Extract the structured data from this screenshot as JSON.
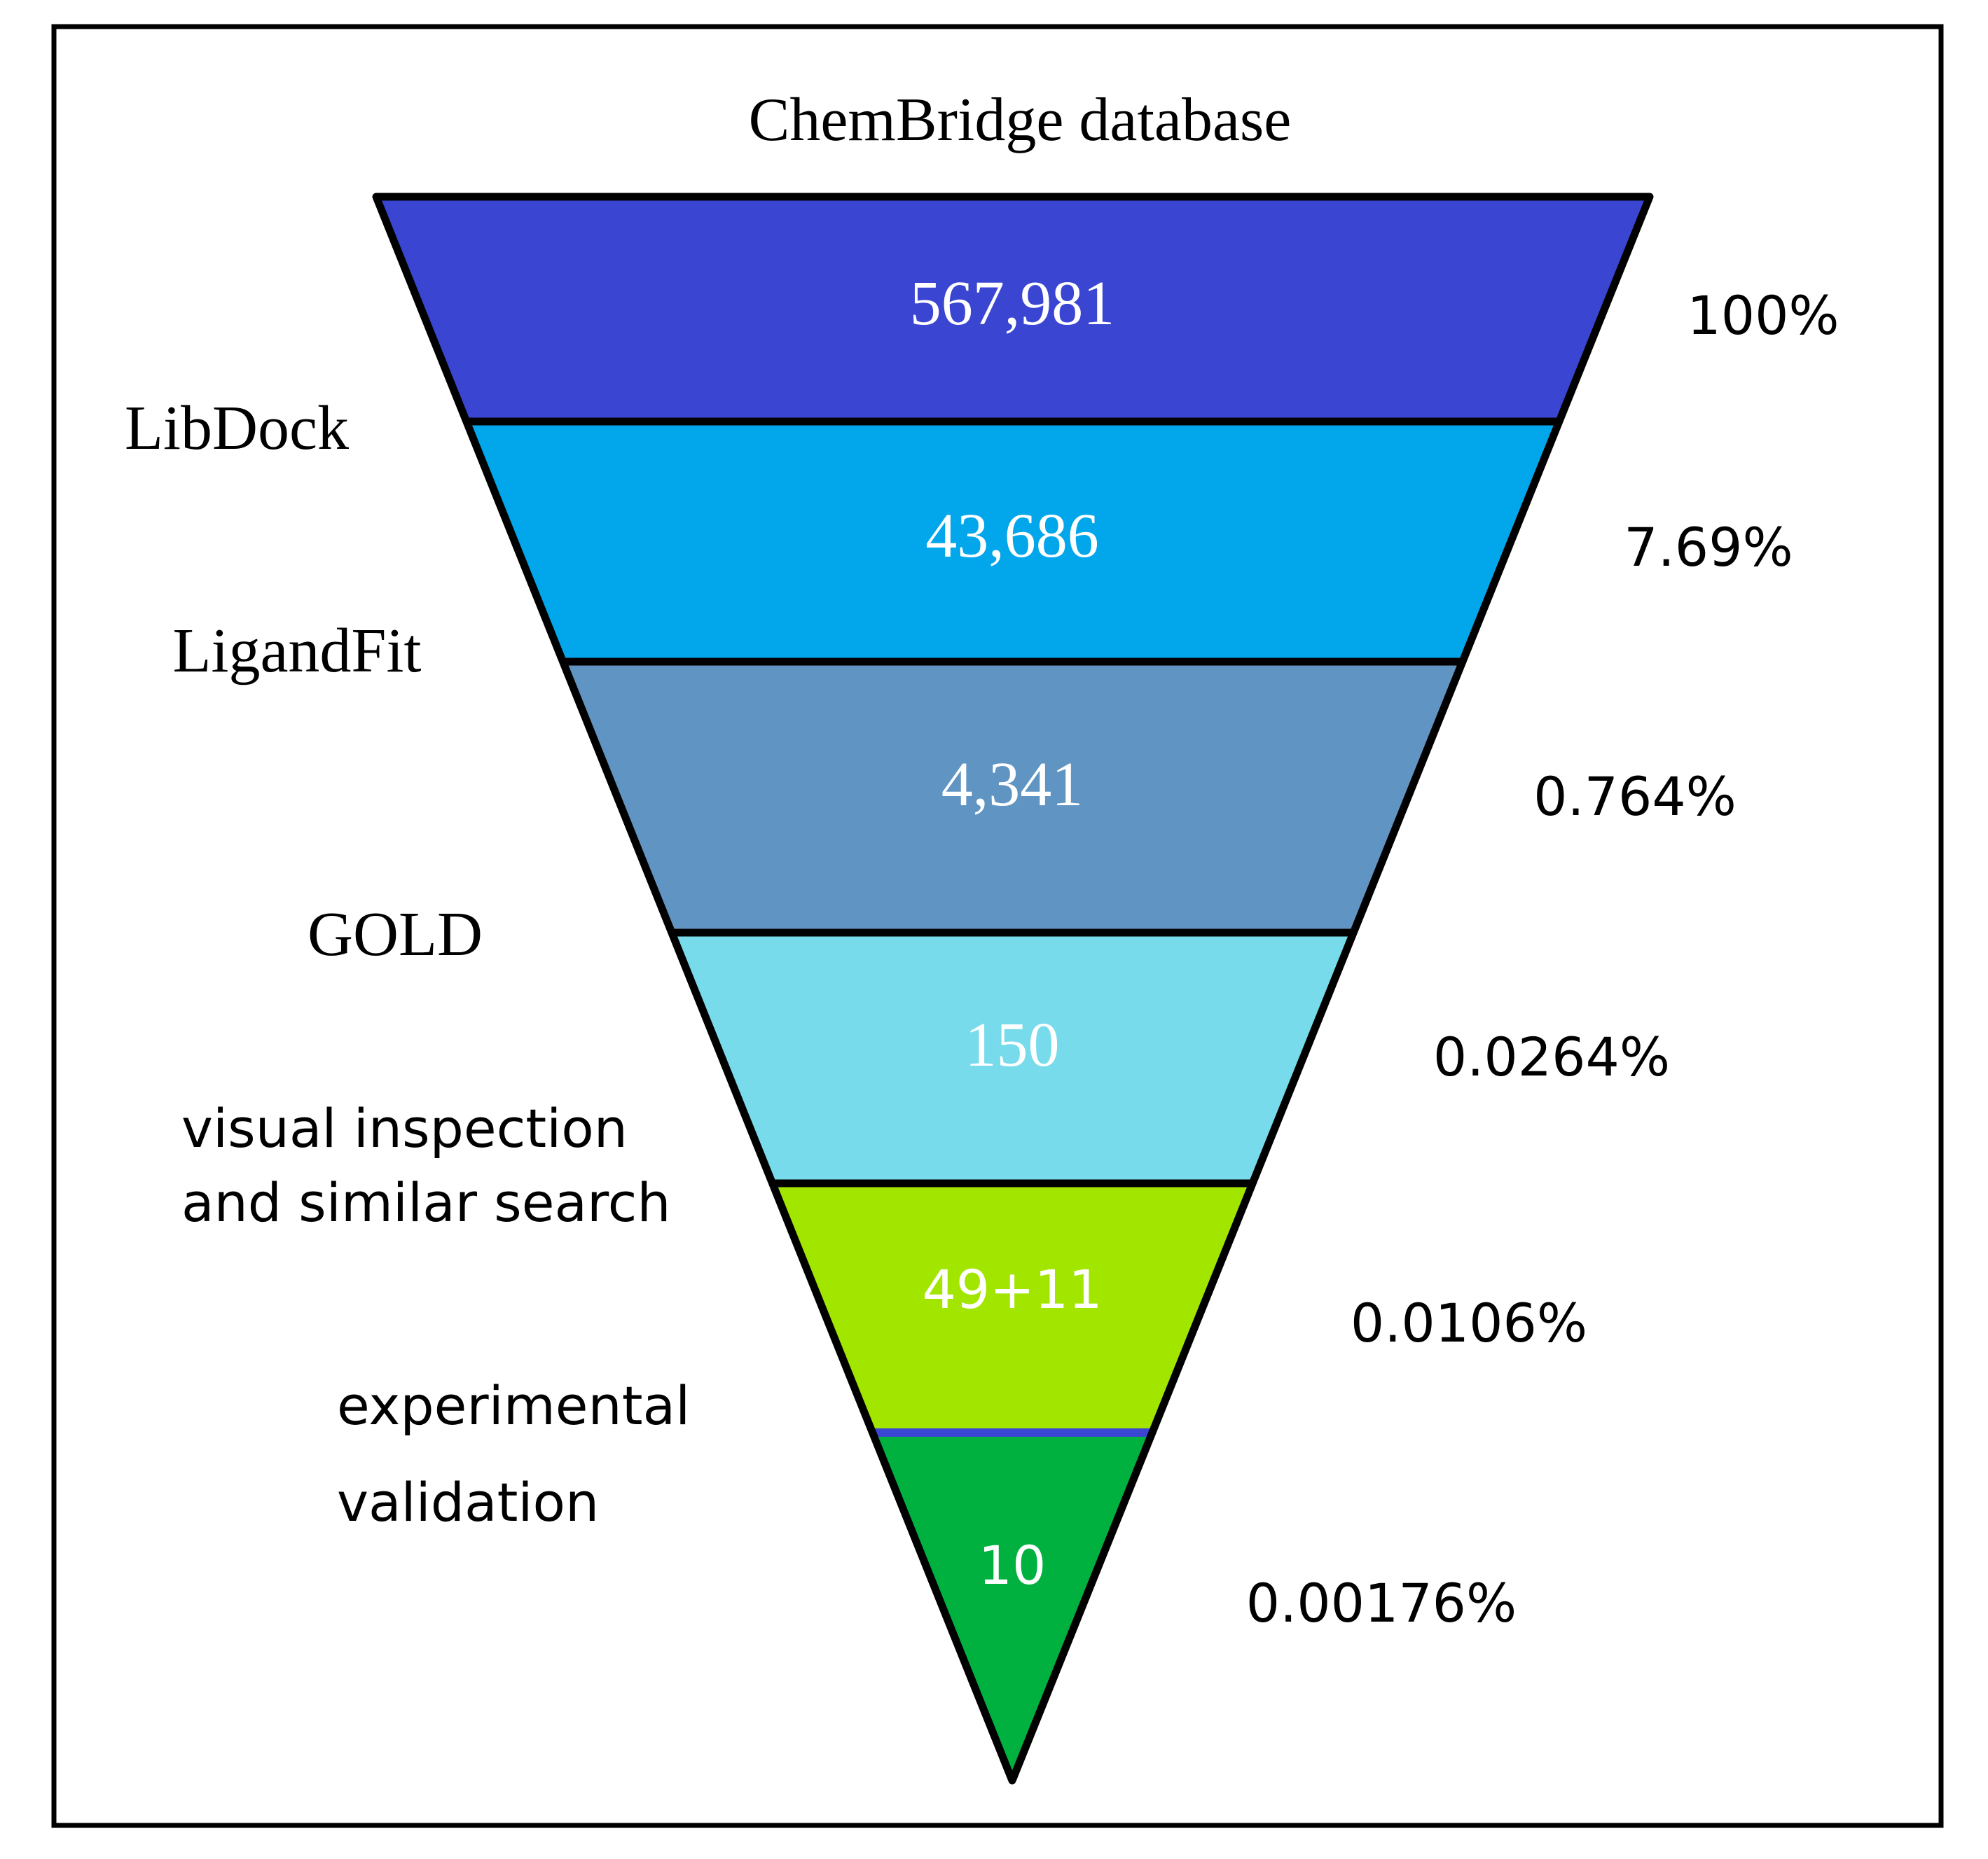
{
  "title": "ChemBridge database",
  "funnel": {
    "stages": [
      {
        "count": "567,981",
        "percent": "100%",
        "color": "#3a45d2"
      },
      {
        "count": "43,686",
        "percent": "7.69%",
        "color": "#02a6ea"
      },
      {
        "count": "4,341",
        "percent": "0.764%",
        "color": "#6094c2"
      },
      {
        "count": "150",
        "percent": "0.0264%",
        "color": "#78dbeb"
      },
      {
        "count": "49+11",
        "percent": "0.0106%",
        "color": "#a2e600"
      },
      {
        "count": "10",
        "percent": "0.00176%",
        "color": "#00b140"
      }
    ],
    "steps": [
      {
        "lines": [
          "LibDock"
        ]
      },
      {
        "lines": [
          "LigandFit"
        ]
      },
      {
        "lines": [
          "GOLD"
        ]
      },
      {
        "lines": [
          "visual inspection",
          "and similar search"
        ]
      },
      {
        "lines": [
          "experimental",
          "validation"
        ]
      }
    ],
    "colors": {
      "outline": "#000000",
      "count_text": "#ffffff",
      "label_text": "#000000",
      "divider_highlight": "#3a45d2"
    }
  }
}
